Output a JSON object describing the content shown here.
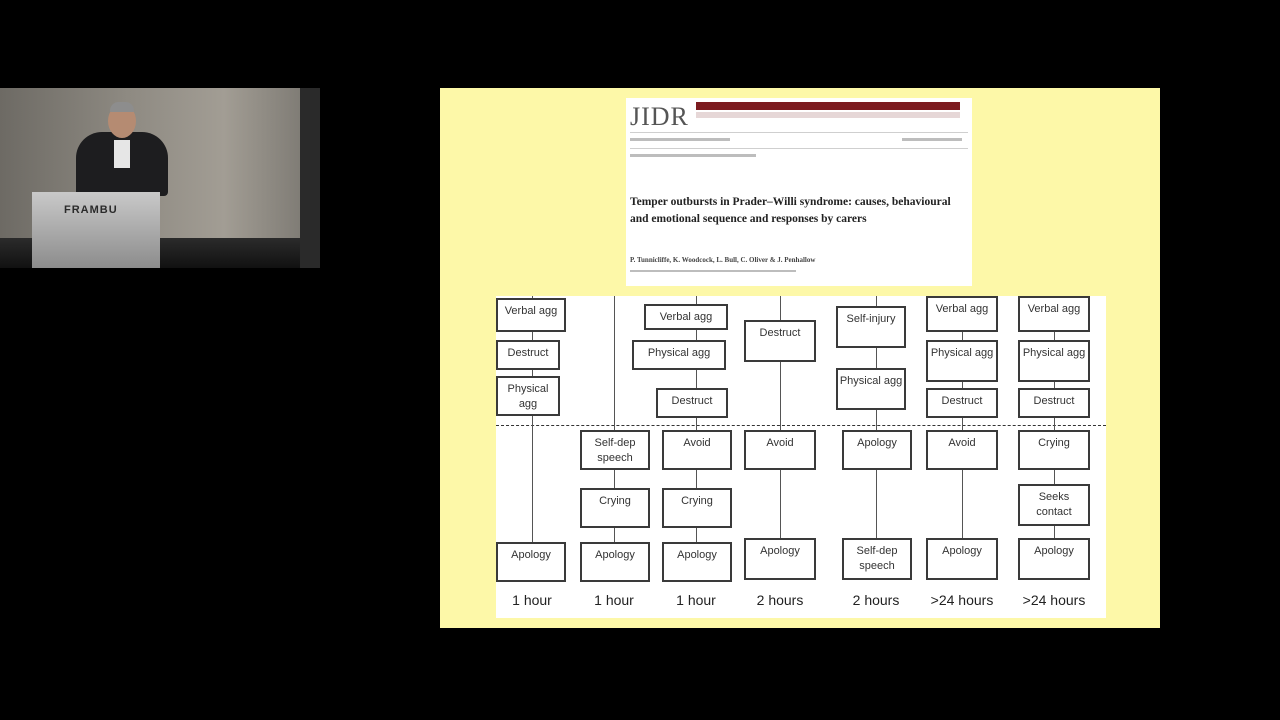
{
  "video": {
    "podium_text": "FRAMBU"
  },
  "slide": {
    "journal_logo": "JIDR",
    "paper_title": "Temper outbursts in Prader–Willi syndrome: causes, behavioural and emotional sequence and responses by carers",
    "authors": "P. Tunnicliffe, K. Woodcock, L. Bull, C. Oliver & J. Penhallow"
  },
  "diagram": {
    "columns": [
      {
        "duration": "1 hour",
        "boxes": [
          "Verbal agg",
          "Destruct",
          "Physical agg",
          "Apology"
        ]
      },
      {
        "duration": "1 hour",
        "boxes": [
          "Self-dep speech",
          "Crying",
          "Apology"
        ]
      },
      {
        "duration": "1 hour",
        "boxes": [
          "Verbal agg",
          "Physical agg",
          "Destruct",
          "Avoid",
          "Crying",
          "Apology"
        ]
      },
      {
        "duration": "2 hours",
        "boxes": [
          "Destruct",
          "Avoid",
          "Apology"
        ]
      },
      {
        "duration": "2 hours",
        "boxes": [
          "Self-injury",
          "Physical agg",
          "Apology",
          "Self-dep speech"
        ]
      },
      {
        "duration": ">24 hours",
        "boxes": [
          "Verbal agg",
          "Physical agg",
          "Destruct",
          "Avoid",
          "Apology"
        ]
      },
      {
        "duration": ">24 hours",
        "boxes": [
          "Verbal agg",
          "Physical agg",
          "Destruct",
          "Crying",
          "Seeks contact",
          "Apology"
        ]
      }
    ]
  }
}
